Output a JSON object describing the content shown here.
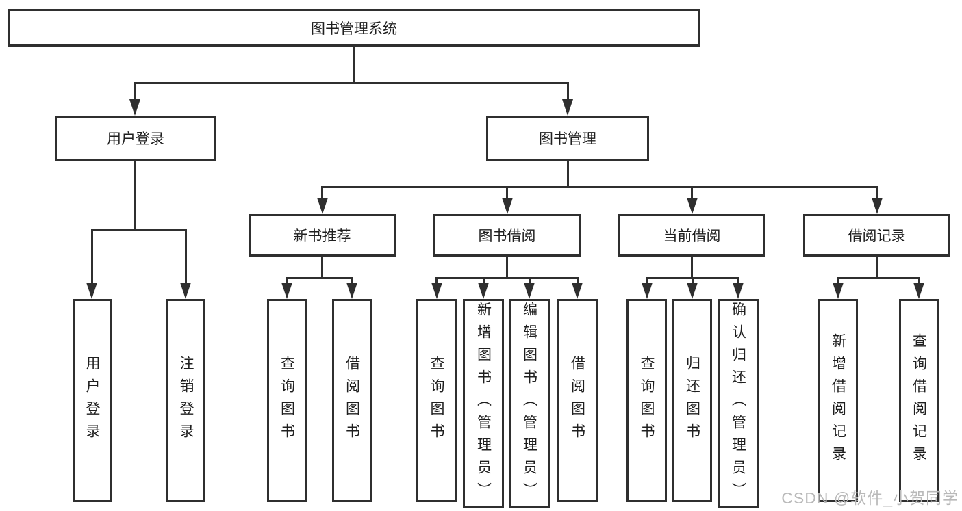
{
  "tree": {
    "label": "图书管理系统",
    "children": [
      {
        "label": "用户登录",
        "children": [
          {
            "label": "用户登录"
          },
          {
            "label": "注销登录"
          }
        ]
      },
      {
        "label": "图书管理",
        "children": [
          {
            "label": "新书推荐",
            "children": [
              {
                "label": "查询图书"
              },
              {
                "label": "借阅图书"
              }
            ]
          },
          {
            "label": "图书借阅",
            "children": [
              {
                "label": "查询图书"
              },
              {
                "label": "新增图书（管理员）"
              },
              {
                "label": "编辑图书（管理员）"
              },
              {
                "label": "借阅图书"
              }
            ]
          },
          {
            "label": "当前借阅",
            "children": [
              {
                "label": "查询图书"
              },
              {
                "label": "归还图书"
              },
              {
                "label": "确认归还（管理员）"
              }
            ]
          },
          {
            "label": "借阅记录",
            "children": [
              {
                "label": "新增借阅记录"
              },
              {
                "label": "查询借阅记录"
              }
            ]
          }
        ]
      }
    ]
  },
  "watermark": {
    "text": "CSDN @软件_小贺同学"
  },
  "colors": {
    "line": "#2f2f2f",
    "box_bg": "#ffffff",
    "text": "#1f1f1f",
    "watermark": "#b9b9b9",
    "canvas": "#ffffff"
  }
}
